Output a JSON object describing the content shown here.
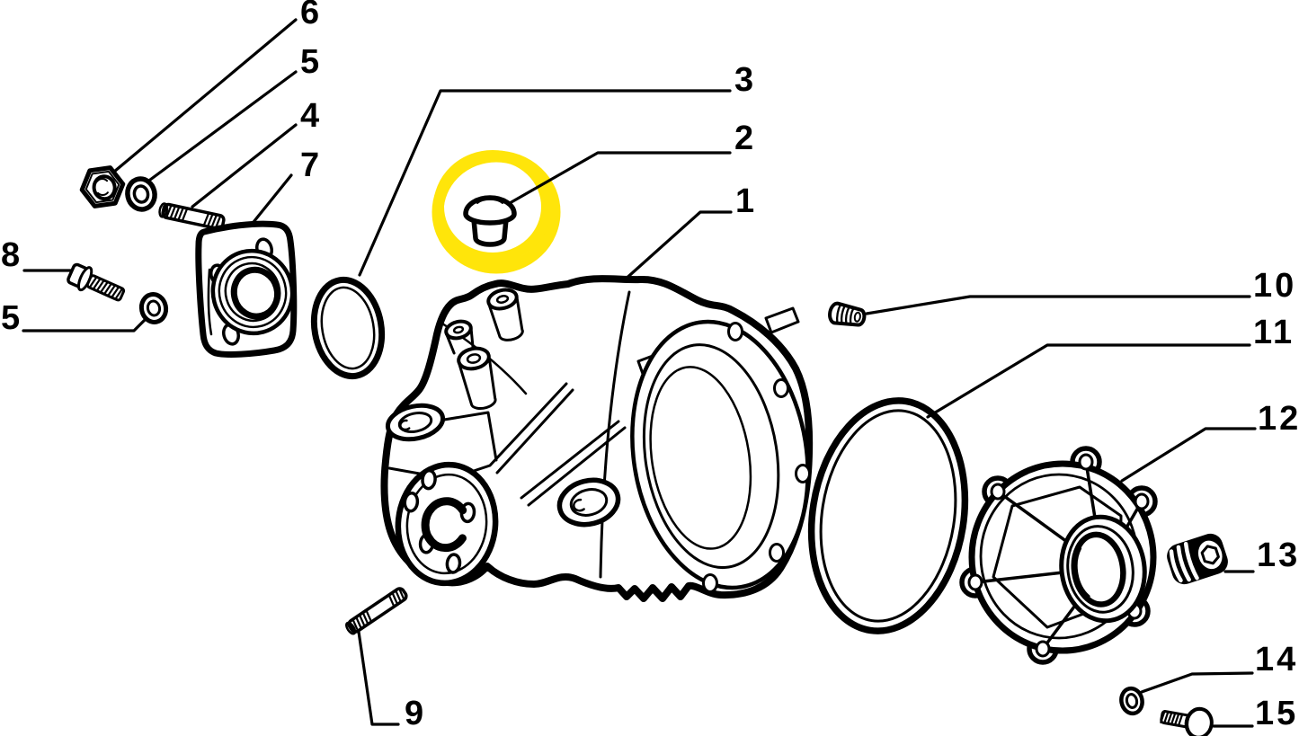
{
  "diagram": {
    "background_color": "#ffffff",
    "line_color": "#000000",
    "highlight": {
      "color": "#ffe50a",
      "shape": "hand-drawn-circle",
      "around_part": "2"
    },
    "callouts": [
      {
        "part": "6"
      },
      {
        "part": "5"
      },
      {
        "part": "4"
      },
      {
        "part": "7"
      },
      {
        "part": "3"
      },
      {
        "part": "2"
      },
      {
        "part": "1"
      },
      {
        "part": "8"
      },
      {
        "part": "5"
      },
      {
        "part": "9"
      },
      {
        "part": "10"
      },
      {
        "part": "11"
      },
      {
        "part": "12"
      },
      {
        "part": "13"
      },
      {
        "part": "14"
      },
      {
        "part": "15"
      }
    ]
  }
}
